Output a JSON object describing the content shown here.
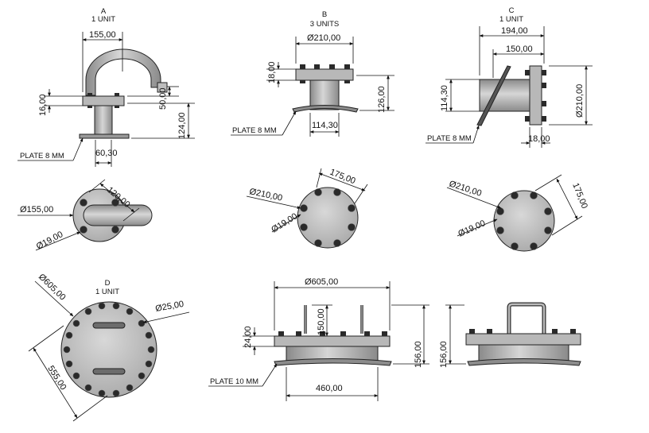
{
  "views": {
    "A": {
      "letter": "A",
      "qty": "1 UNIT",
      "dims": [
        "155,00",
        "16,00",
        "50,00",
        "124,00",
        "60,30"
      ],
      "plate": "PLATE 8 MM"
    },
    "B": {
      "letter": "B",
      "qty": "3 UNITS",
      "dims": [
        "Ø210,00",
        "18,00",
        "126,00",
        "114,30"
      ],
      "plate": "PLATE 8 MM"
    },
    "C": {
      "letter": "C",
      "qty": "1 UNIT",
      "dims": [
        "194,00",
        "150,00",
        "114,30",
        "Ø210,00",
        "18,00"
      ],
      "plate": "PLATE 8 MM"
    },
    "A_top": {
      "dims": [
        "Ø155,00",
        "120,00",
        "Ø19,00"
      ]
    },
    "B_top": {
      "dims": [
        "Ø210,00",
        "175,00",
        "Ø19,00"
      ]
    },
    "C_top": {
      "dims": [
        "Ø210,00",
        "175,00",
        "Ø19,00"
      ]
    },
    "D": {
      "letter": "D",
      "qty": "1 UNIT",
      "dims": [
        "Ø605,00",
        "Ø25,00",
        "555,00"
      ]
    },
    "D_front": {
      "dims": [
        "Ø605,00",
        "24,00",
        "150,00",
        "156,00",
        "460,00"
      ],
      "plate": "PLATE 10 MM"
    },
    "D_side": {
      "dims": [
        "156,00"
      ]
    }
  },
  "colors": {
    "body": "#c6c6c6",
    "dark": "#6c6c6c",
    "bolt": "#2a2a2a",
    "line": "#111111"
  }
}
